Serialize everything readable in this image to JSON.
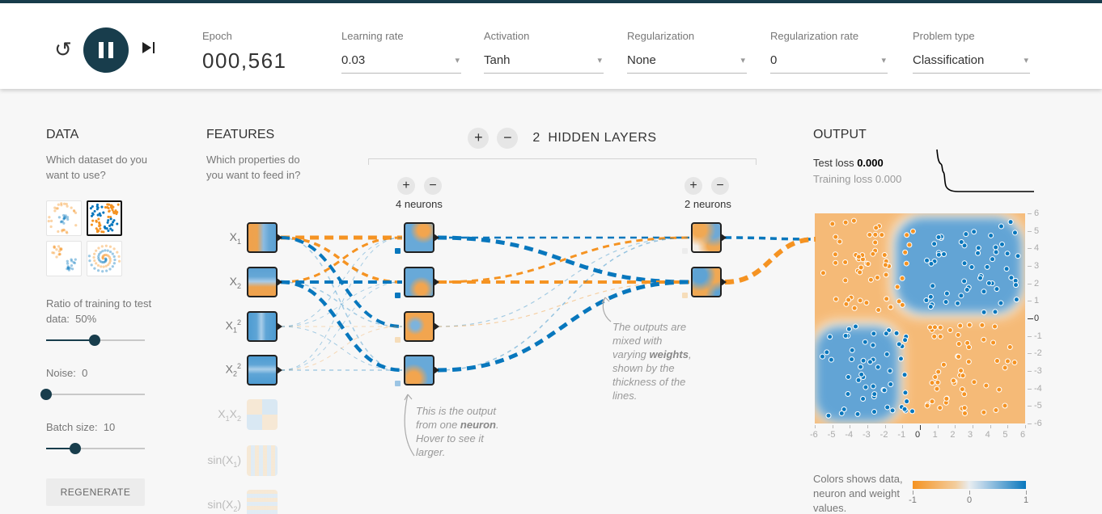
{
  "header": {
    "epoch_label": "Epoch",
    "epoch_value": "000,561",
    "dropdowns": {
      "learning_rate": {
        "label": "Learning rate",
        "value": "0.03"
      },
      "activation": {
        "label": "Activation",
        "value": "Tanh"
      },
      "regularization": {
        "label": "Regularization",
        "value": "None"
      },
      "regularization_rate": {
        "label": "Regularization rate",
        "value": "0"
      },
      "problem_type": {
        "label": "Problem type",
        "value": "Classification"
      }
    }
  },
  "data_panel": {
    "title": "DATA",
    "question": "Which dataset do you want to use?",
    "datasets": [
      {
        "name": "circle",
        "selected": false
      },
      {
        "name": "xor",
        "selected": true
      },
      {
        "name": "gauss",
        "selected": false
      },
      {
        "name": "spiral",
        "selected": false
      }
    ],
    "ratio_label": "Ratio of training to test data:",
    "ratio_value": "50%",
    "noise_label": "Noise:",
    "noise_value": "0",
    "batch_label": "Batch size:",
    "batch_value": "10",
    "regenerate_label": "REGENERATE",
    "slider_positions": {
      "ratio_pct": 50,
      "noise_pct": 0,
      "batch_pct": 30
    }
  },
  "features_panel": {
    "title": "FEATURES",
    "question": "Which properties do you want to feed in?",
    "features": [
      {
        "parts": [
          {
            "t": "X"
          },
          {
            "s": "1"
          }
        ],
        "active": true,
        "pattern": "x1"
      },
      {
        "parts": [
          {
            "t": "X"
          },
          {
            "s": "2"
          }
        ],
        "active": true,
        "pattern": "x2"
      },
      {
        "parts": [
          {
            "t": "X"
          },
          {
            "s": "1"
          },
          {
            "p": "2"
          }
        ],
        "active": true,
        "pattern": "x1sq"
      },
      {
        "parts": [
          {
            "t": "X"
          },
          {
            "s": "2"
          },
          {
            "p": "2"
          }
        ],
        "active": true,
        "pattern": "x2sq"
      },
      {
        "parts": [
          {
            "t": "X"
          },
          {
            "s": "1"
          },
          {
            "t": "X"
          },
          {
            "s": "2"
          }
        ],
        "active": false,
        "pattern": "x1x2"
      },
      {
        "parts": [
          {
            "t": "sin(X"
          },
          {
            "s": "1"
          },
          {
            "t": ")"
          }
        ],
        "active": false,
        "pattern": "sinx1"
      },
      {
        "parts": [
          {
            "t": "sin(X"
          },
          {
            "s": "2"
          },
          {
            "t": ")"
          }
        ],
        "active": false,
        "pattern": "sinx2"
      }
    ]
  },
  "network": {
    "add_label": "+",
    "remove_label": "−",
    "layers_count": "2",
    "layers_title": "HIDDEN LAYERS",
    "layer_labels": [
      "4 neurons",
      "2 neurons"
    ],
    "layer1": [
      {
        "pattern": "n1",
        "bias": "#0877bd"
      },
      {
        "pattern": "n2",
        "bias": "#0877bd"
      },
      {
        "pattern": "n3",
        "bias": "#f6ddba"
      },
      {
        "pattern": "n4",
        "bias": "#9cc5e4"
      }
    ],
    "layer2": [
      {
        "pattern": "m1",
        "bias": "#ececec"
      },
      {
        "pattern": "m2",
        "bias": "#f6ddba"
      }
    ],
    "connections": [
      {
        "from": "f1",
        "to": "n1",
        "color": "orange",
        "width": 5,
        "opacity": 1
      },
      {
        "from": "f1",
        "to": "n2",
        "color": "orange",
        "width": 3.5,
        "opacity": 1
      },
      {
        "from": "f1",
        "to": "n3",
        "color": "blue",
        "width": 4,
        "opacity": 1
      },
      {
        "from": "f1",
        "to": "n4",
        "color": "blue",
        "width": 1.5,
        "opacity": 0.35
      },
      {
        "from": "f2",
        "to": "n1",
        "color": "orange",
        "width": 3,
        "opacity": 1
      },
      {
        "from": "f2",
        "to": "n2",
        "color": "blue",
        "width": 4,
        "opacity": 1
      },
      {
        "from": "f2",
        "to": "n3",
        "color": "blue",
        "width": 1.5,
        "opacity": 0.35
      },
      {
        "from": "f2",
        "to": "n4",
        "color": "blue",
        "width": 4.5,
        "opacity": 1
      },
      {
        "from": "f3",
        "to": "n1",
        "color": "blue",
        "width": 1,
        "opacity": 0.35
      },
      {
        "from": "f3",
        "to": "n2",
        "color": "blue",
        "width": 1,
        "opacity": 0.3
      },
      {
        "from": "f3",
        "to": "n3",
        "color": "orange",
        "width": 1,
        "opacity": 0.3
      },
      {
        "from": "f3",
        "to": "n4",
        "color": "blue",
        "width": 1,
        "opacity": 0.35
      },
      {
        "from": "f4",
        "to": "n1",
        "color": "blue",
        "width": 1,
        "opacity": 0.35
      },
      {
        "from": "f4",
        "to": "n2",
        "color": "blue",
        "width": 1,
        "opacity": 0.3
      },
      {
        "from": "f4",
        "to": "n3",
        "color": "orange",
        "width": 1,
        "opacity": 0.3
      },
      {
        "from": "f4",
        "to": "n4",
        "color": "blue",
        "width": 1.2,
        "opacity": 0.4
      },
      {
        "from": "n1",
        "to": "m1",
        "color": "blue",
        "width": 2.5,
        "opacity": 1
      },
      {
        "from": "n1",
        "to": "m2",
        "color": "blue",
        "width": 5,
        "opacity": 1
      },
      {
        "from": "n2",
        "to": "m1",
        "color": "orange",
        "width": 3,
        "opacity": 1
      },
      {
        "from": "n2",
        "to": "m2",
        "color": "orange",
        "width": 4,
        "opacity": 1
      },
      {
        "from": "n3",
        "to": "m1",
        "color": "blue",
        "width": 1.2,
        "opacity": 0.35
      },
      {
        "from": "n3",
        "to": "m2",
        "color": "orange",
        "width": 1.2,
        "opacity": 0.4
      },
      {
        "from": "n4",
        "to": "m1",
        "color": "blue",
        "width": 1.5,
        "opacity": 0.4
      },
      {
        "from": "n4",
        "to": "m2",
        "color": "blue",
        "width": 5,
        "opacity": 1
      },
      {
        "from": "m1",
        "to": "out",
        "color": "blue",
        "width": 3.5,
        "opacity": 1
      },
      {
        "from": "m2",
        "to": "out",
        "color": "orange",
        "width": 6,
        "opacity": 1
      }
    ]
  },
  "output_panel": {
    "title": "OUTPUT",
    "test_loss_label": "Test loss",
    "test_loss_value": "0.000",
    "training_loss_label": "Training loss",
    "training_loss_value": "0.000",
    "x_ticks": [
      "-6",
      "-5",
      "-4",
      "-3",
      "-2",
      "-1",
      "0",
      "1",
      "2",
      "3",
      "4",
      "5",
      "6"
    ],
    "y_ticks": [
      "6",
      "5",
      "4",
      "3",
      "2",
      "1",
      "0",
      "-1",
      "-2",
      "-3",
      "-4",
      "-5",
      "-6"
    ],
    "legend_text": "Colors shows data, neuron and weight values.",
    "legend_ticks": [
      "-1",
      "0",
      "1"
    ]
  },
  "callouts": {
    "neuron_pre": "This is the output from one ",
    "neuron_bold": "neuron",
    "neuron_post": ". Hover to see it larger.",
    "weights_pre": "The outputs are mixed with varying ",
    "weights_bold": "weights",
    "weights_post": ", shown by the thickness of the lines."
  },
  "colors": {
    "orange": "#f59322",
    "blue": "#0877bd",
    "bg_orange": "#f5ba77",
    "blob_blue": "#62a4d5",
    "accent_dark": "#183d4c"
  },
  "chart_data": {
    "type": "scatter",
    "description": "XOR classification decision map: orange background with blue regions in top-right and bottom-left quadrants; orange points in top-left and bottom-right quadrants, blue points in top-right and bottom-left quadrants",
    "x_range": [
      -6,
      6
    ],
    "y_range": [
      -6,
      6
    ],
    "clusters": [
      {
        "quadrant": "top-left",
        "color": "orange",
        "count": 55
      },
      {
        "quadrant": "top-right",
        "color": "blue",
        "count": 55
      },
      {
        "quadrant": "bottom-left",
        "color": "blue",
        "count": 55
      },
      {
        "quadrant": "bottom-right",
        "color": "orange",
        "count": 55
      }
    ],
    "seed": 11
  }
}
